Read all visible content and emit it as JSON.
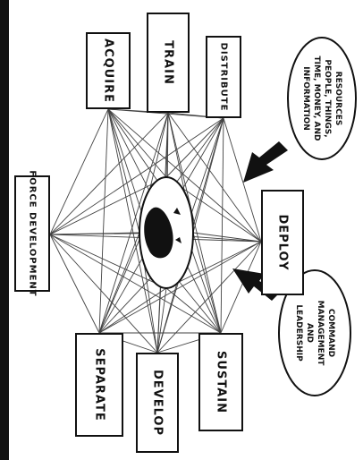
{
  "nodes": {
    "acquire": "ACQUIRE",
    "train": "TRAIN",
    "distribute": "DISTRIBUTE",
    "force_development": "FORCE DEVELOPMENT",
    "deploy": "DEPLOY",
    "separate": "SEPARATE",
    "develop": "DEVELOP",
    "sustain": "SUSTAIN"
  },
  "resources_lines": [
    "RESOURCES",
    "PEOPLE, THINGS,",
    "TIME, MONEY, AND",
    "INFORMATION"
  ],
  "command_lines": [
    "COMMAND",
    "MANAGEMENT",
    "AND",
    "LEADERSHIP"
  ]
}
